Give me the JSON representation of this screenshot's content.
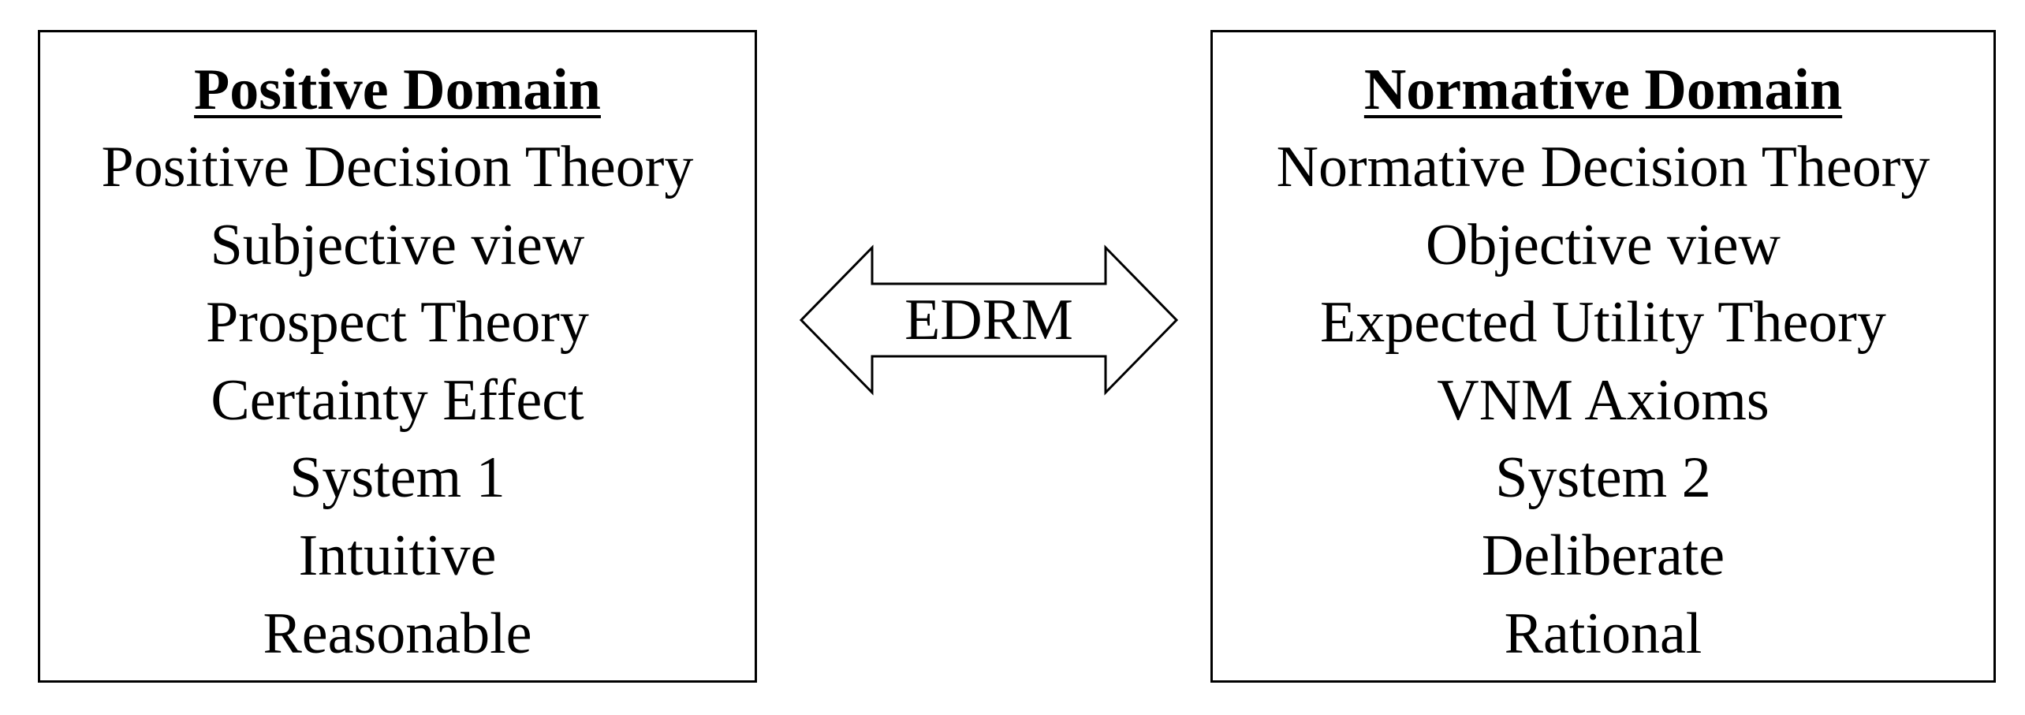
{
  "left": {
    "title": "Positive Domain",
    "items": [
      "Positive Decision Theory",
      "Subjective view",
      "Prospect Theory",
      "Certainty Effect",
      "System 1",
      "Intuitive",
      "Reasonable"
    ]
  },
  "right": {
    "title": "Normative Domain",
    "items": [
      "Normative Decision Theory",
      "Objective view",
      "Expected Utility Theory",
      "VNM Axioms",
      "System 2",
      "Deliberate",
      "Rational"
    ]
  },
  "arrow": {
    "label": "EDRM"
  }
}
